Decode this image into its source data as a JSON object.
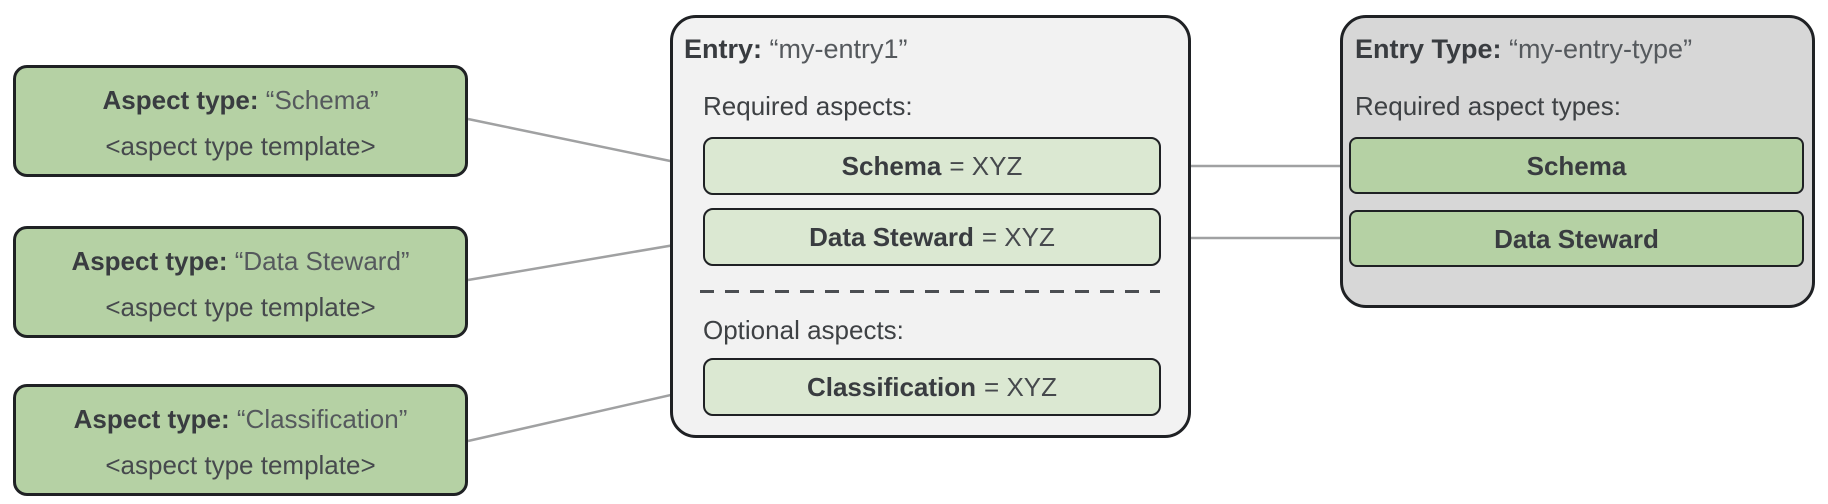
{
  "colors": {
    "aspect_green": "#b5d1a4",
    "aspect_green_light": "#dbe8d2",
    "entry_panel_bg": "#f2f2f2",
    "entry_type_panel_bg": "#d7d7d7",
    "border_dark": "#1f2124",
    "connector_gray": "#a0a1a2"
  },
  "aspect_types": [
    {
      "label": "Aspect type:",
      "name": "“Schema”",
      "template": "<aspect type template>"
    },
    {
      "label": "Aspect type:",
      "name": "“Data Steward”",
      "template": "<aspect type template>"
    },
    {
      "label": "Aspect type:",
      "name": "“Classification”",
      "template": "<aspect type template>"
    }
  ],
  "entry": {
    "label": "Entry:",
    "name": "“my-entry1”",
    "required_heading": "Required aspects:",
    "required_aspects": [
      {
        "name": "Schema",
        "value": "= XYZ"
      },
      {
        "name": "Data Steward",
        "value": "= XYZ"
      }
    ],
    "optional_heading": "Optional aspects:",
    "optional_aspects": [
      {
        "name": "Classification",
        "value": "= XYZ"
      }
    ]
  },
  "entry_type": {
    "label": "Entry Type:",
    "name": "“my-entry-type”",
    "required_heading": "Required aspect types:",
    "required_aspect_types": [
      {
        "name": "Schema"
      },
      {
        "name": "Data Steward"
      }
    ]
  }
}
